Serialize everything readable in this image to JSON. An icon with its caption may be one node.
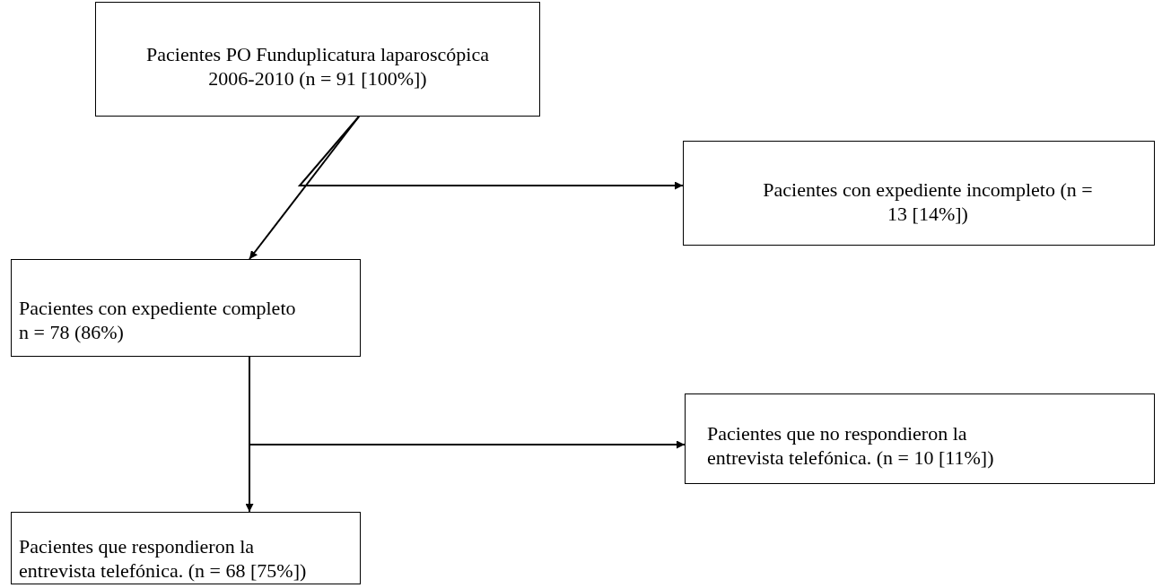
{
  "diagram": {
    "nodes": [
      {
        "text": [
          "Pacientes PO Funduplicatura laparoscópica 2006-2010 (n = 91 [100%])"
        ]
      },
      {
        "text": [
          "Pacientes con expediente incompleto (n = 13 [14%])"
        ]
      },
      {
        "text": [
          "Pacientes con expediente completo n = 78 (86%)"
        ]
      },
      {
        "text": [
          "Pacientes que no respondieron la entrevista telefónica. (n = 10 [11%])"
        ]
      },
      {
        "text": [
          "Pacientes que respondieron la entrevista telefónica. (n = 68 [75%])"
        ]
      }
    ],
    "edges": [
      {
        "from": 0,
        "to": 2,
        "arrow": "to"
      },
      {
        "from": 0,
        "to": 1,
        "arrow": "to"
      },
      {
        "from": 2,
        "to": 4,
        "arrow": "to"
      },
      {
        "from": 2,
        "to": 3,
        "arrow": "to"
      }
    ]
  }
}
